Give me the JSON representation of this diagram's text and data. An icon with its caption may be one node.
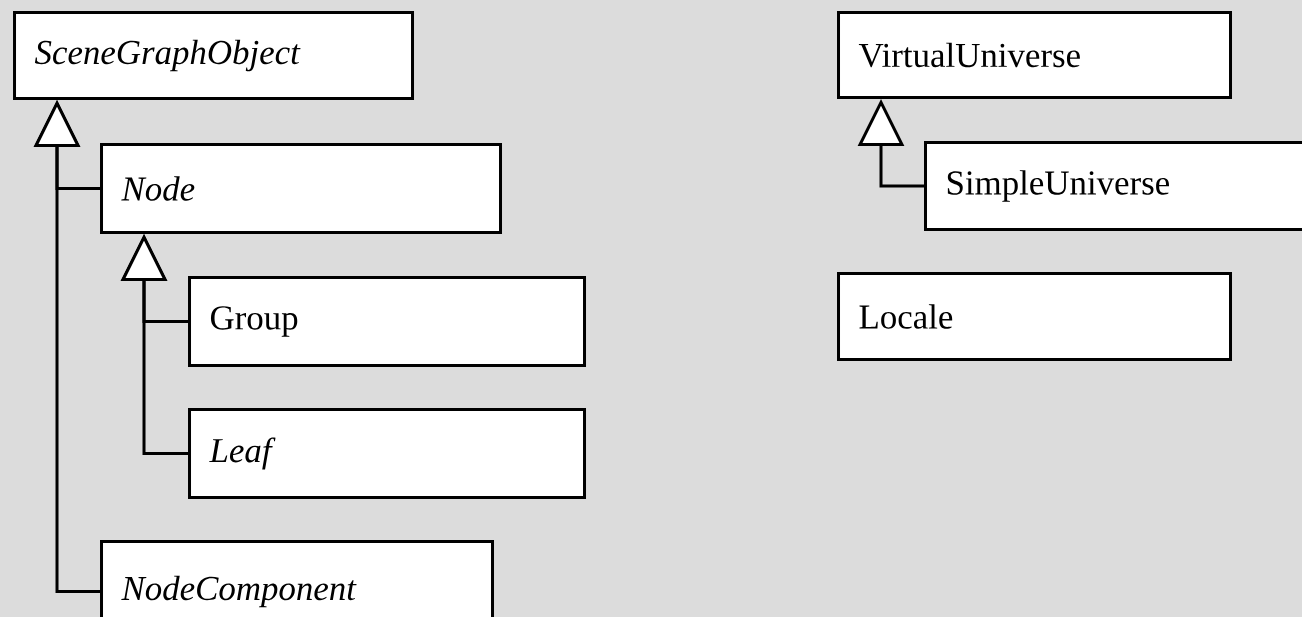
{
  "diagram": {
    "nodes": [
      {
        "text": [
          "SceneGraphObject"
        ]
      },
      {
        "text": [
          "Node"
        ]
      },
      {
        "text": [
          "Group"
        ]
      },
      {
        "text": [
          "Leaf"
        ]
      },
      {
        "text": [
          "NodeComponent"
        ]
      },
      {
        "text": [
          "VirtualUniverse"
        ]
      },
      {
        "text": [
          "SimpleUniverse"
        ]
      },
      {
        "text": [
          "Locale"
        ]
      }
    ],
    "edges": [
      {
        "from": 1,
        "to": 0,
        "arrow": "to"
      },
      {
        "from": 4,
        "to": 0,
        "arrow": "to"
      },
      {
        "from": 2,
        "to": 1,
        "arrow": "to"
      },
      {
        "from": 3,
        "to": 1,
        "arrow": "to"
      },
      {
        "from": 6,
        "to": 5,
        "arrow": "to"
      }
    ]
  }
}
